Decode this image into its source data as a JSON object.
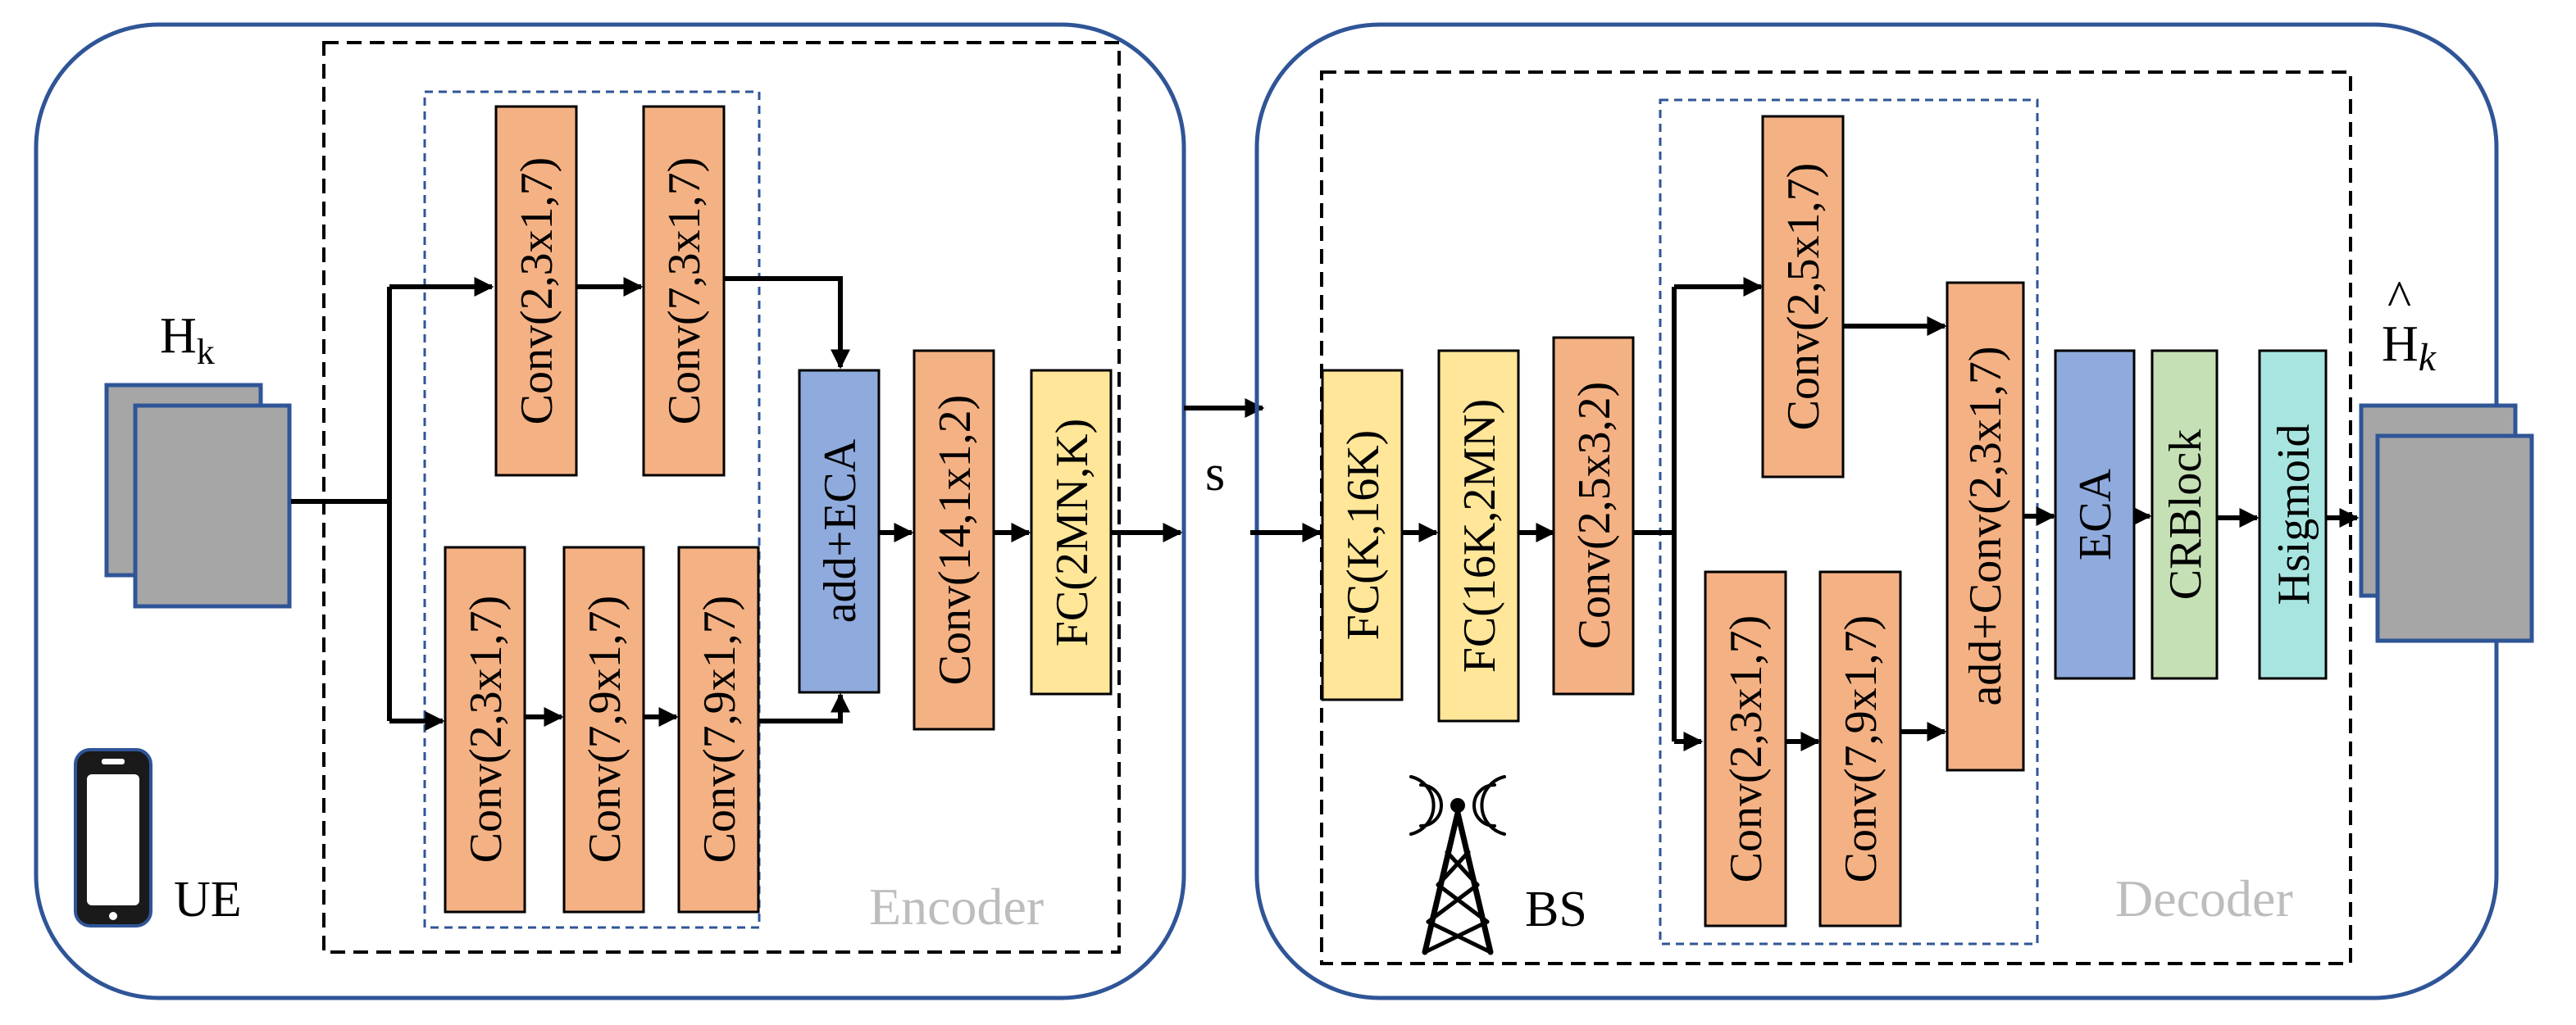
{
  "encoder": {
    "input_label_base": "H",
    "input_label_sub": "k",
    "device_label": "UE",
    "section_label": "Encoder",
    "blocks": {
      "upper_conv1": "Conv(2,3x1,7)",
      "upper_conv2": "Conv(7,3x1,7)",
      "lower_conv1": "Conv(2,3x1,7)",
      "lower_conv2": "Conv(7,9x1,7)",
      "lower_conv3": "Conv(7,9x1,7)",
      "merge": "add+ECA",
      "conv_out": "Conv(14,1x1,2)",
      "fc_out": "FC(2MN,K)"
    }
  },
  "channel": {
    "signal_label": "s"
  },
  "decoder": {
    "output_label_base": "H",
    "output_label_sub": "k",
    "output_hat": "^",
    "device_label": "BS",
    "section_label": "Decoder",
    "blocks": {
      "fc1": "FC(K,16K)",
      "fc2": "FC(16K,2MN)",
      "conv_in": "Conv(2,5x3,2)",
      "upper_conv": "Conv(2,5x1,7)",
      "lower_conv1": "Conv(2,3x1,7)",
      "lower_conv2": "Conv(7,9x1,7)",
      "merge": "add+Conv(2,3x1,7)",
      "eca": "ECA",
      "crblock": "CRBlock",
      "hsigmoid": "Hsigmoid"
    }
  },
  "colors": {
    "frame": "#2F5597",
    "conv": "#F4B183",
    "fc": "#FFE699",
    "eca": "#8FAADC",
    "crblock": "#C5E0B4",
    "hsigmoid": "#A9E5E0",
    "matrix": "#A6A6A6"
  }
}
